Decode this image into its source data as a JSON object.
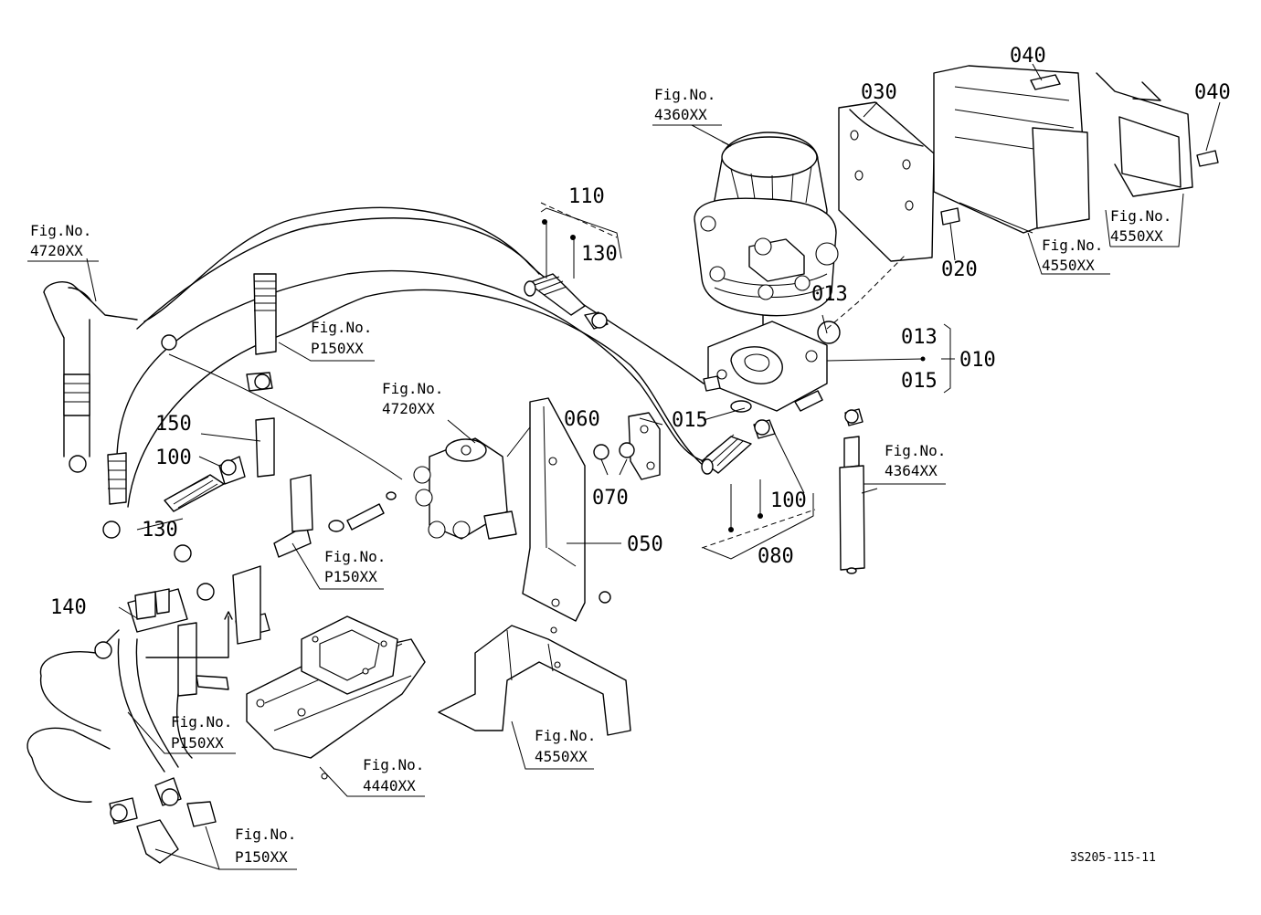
{
  "drawing_code": "3S205-115-11",
  "callouts": [
    {
      "id": "c040a",
      "text": "040"
    },
    {
      "id": "c040b",
      "text": "040"
    },
    {
      "id": "c030",
      "text": "030"
    },
    {
      "id": "c020",
      "text": "020"
    },
    {
      "id": "c013a",
      "text": "013"
    },
    {
      "id": "c013b",
      "text": "013"
    },
    {
      "id": "c010",
      "text": "010"
    },
    {
      "id": "c015a",
      "text": "015"
    },
    {
      "id": "c015b",
      "text": "015"
    },
    {
      "id": "c110",
      "text": "110"
    },
    {
      "id": "c130a",
      "text": "130"
    },
    {
      "id": "c130b",
      "text": "130"
    },
    {
      "id": "c150",
      "text": "150"
    },
    {
      "id": "c100a",
      "text": "100"
    },
    {
      "id": "c100b",
      "text": "100"
    },
    {
      "id": "c060",
      "text": "060"
    },
    {
      "id": "c070",
      "text": "070"
    },
    {
      "id": "c050",
      "text": "050"
    },
    {
      "id": "c080",
      "text": "080"
    },
    {
      "id": "c140",
      "text": "140"
    }
  ],
  "fig_refs": [
    {
      "id": "f4360",
      "prefix": "Fig.No.",
      "code": "4360XX"
    },
    {
      "id": "f4550a",
      "prefix": "Fig.No.",
      "code": "4550XX"
    },
    {
      "id": "f4550b",
      "prefix": "Fig.No.",
      "code": "4550XX"
    },
    {
      "id": "f4720a",
      "prefix": "Fig.No.",
      "code": "4720XX"
    },
    {
      "id": "fP150a",
      "prefix": "Fig.No.",
      "code": "P150XX"
    },
    {
      "id": "f4720b",
      "prefix": "Fig.No.",
      "code": "4720XX"
    },
    {
      "id": "f4364",
      "prefix": "Fig.No.",
      "code": "4364XX"
    },
    {
      "id": "fP150b",
      "prefix": "Fig.No.",
      "code": "P150XX"
    },
    {
      "id": "fP150c",
      "prefix": "Fig.No.",
      "code": "P150XX"
    },
    {
      "id": "f4440",
      "prefix": "Fig.No.",
      "code": "4440XX"
    },
    {
      "id": "f4550c",
      "prefix": "Fig.No.",
      "code": "4550XX"
    },
    {
      "id": "fP150d",
      "prefix": "Fig.No.",
      "code": "P150XX"
    }
  ]
}
